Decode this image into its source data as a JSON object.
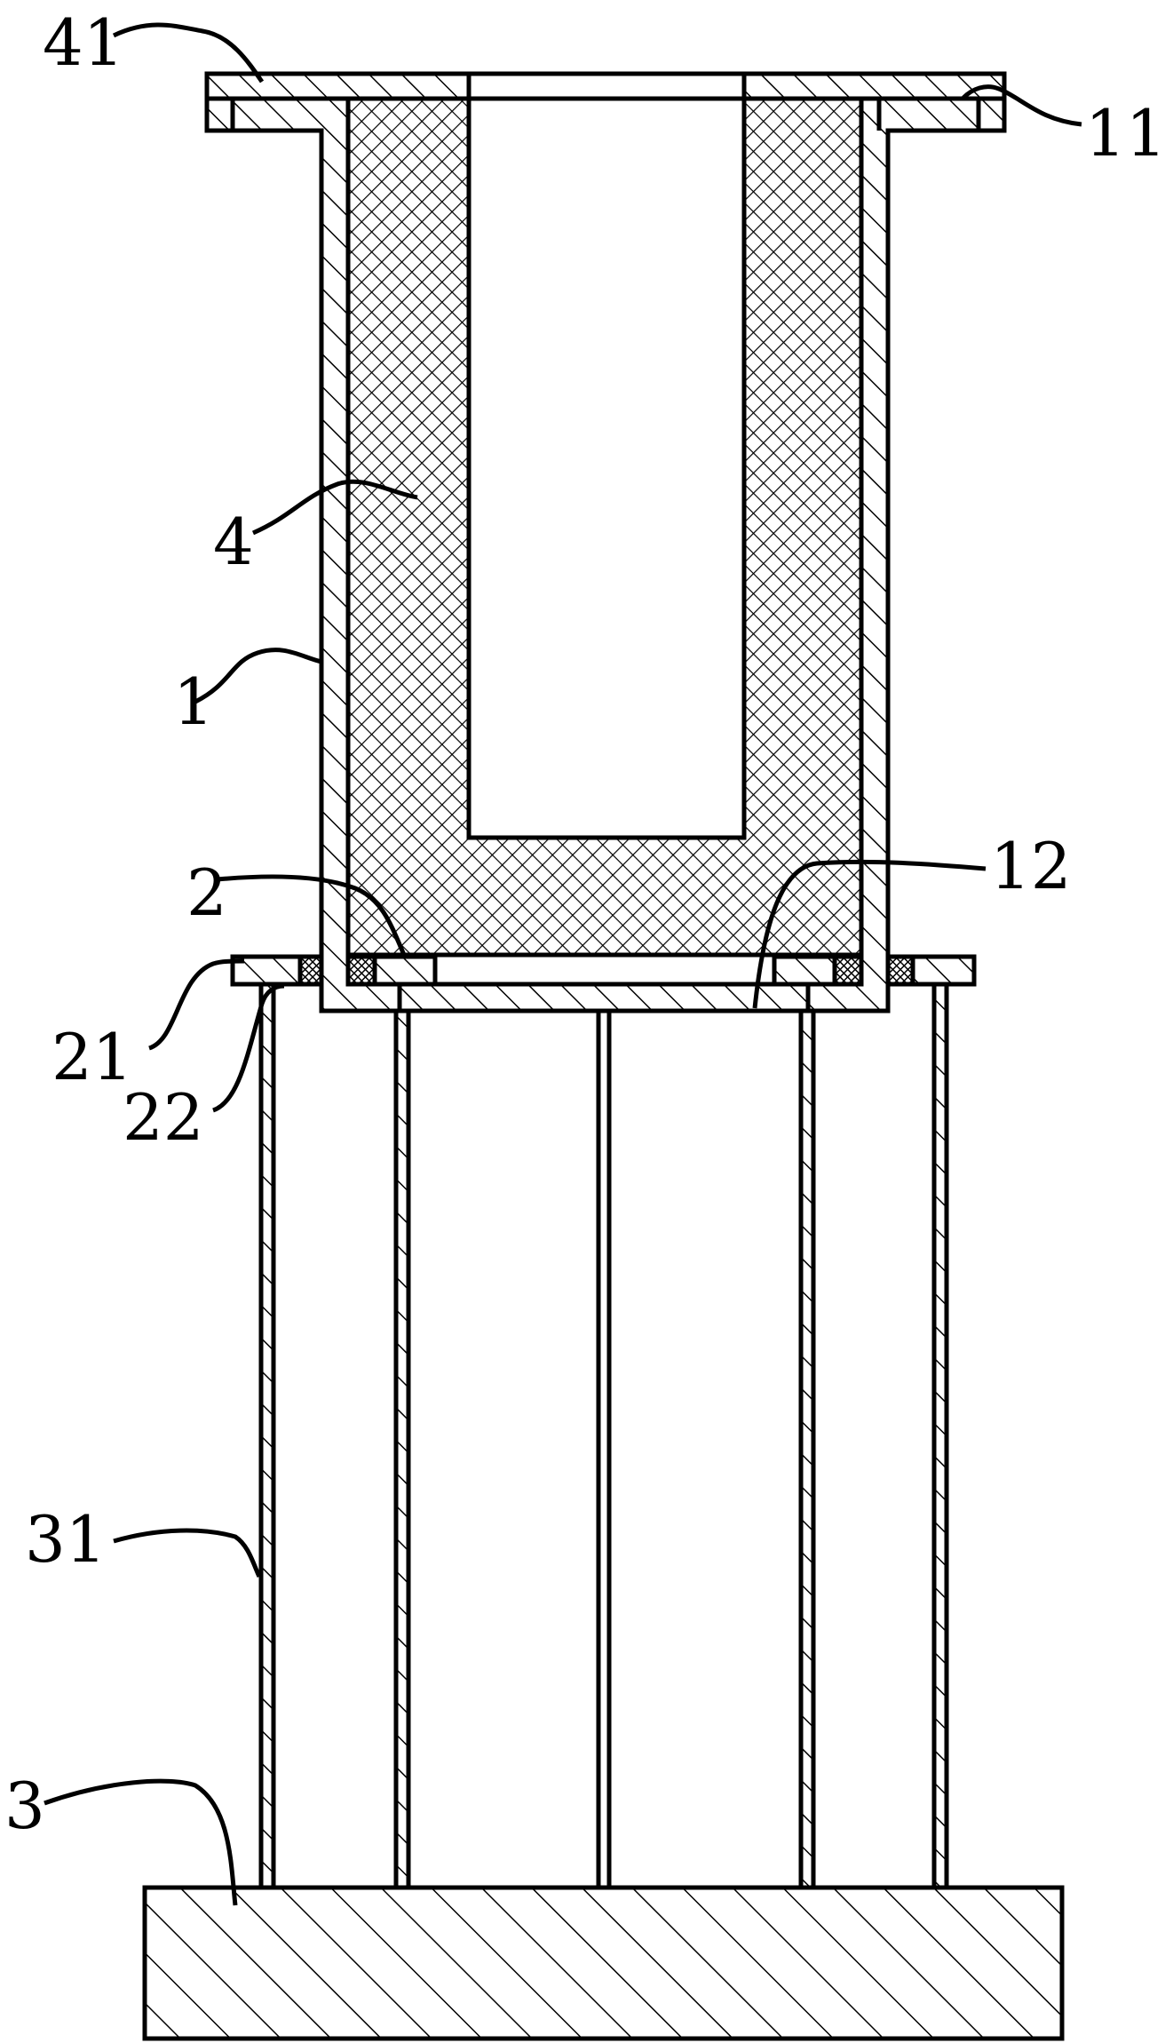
{
  "diagram": {
    "labels": {
      "l41": "41",
      "l11": "11",
      "l4": "4",
      "l1": "1",
      "l2": "2",
      "l12": "12",
      "l21": "21",
      "l22": "22",
      "l31": "31",
      "l3": "3"
    },
    "colors": {
      "line": "#000000",
      "background": "#ffffff"
    }
  }
}
